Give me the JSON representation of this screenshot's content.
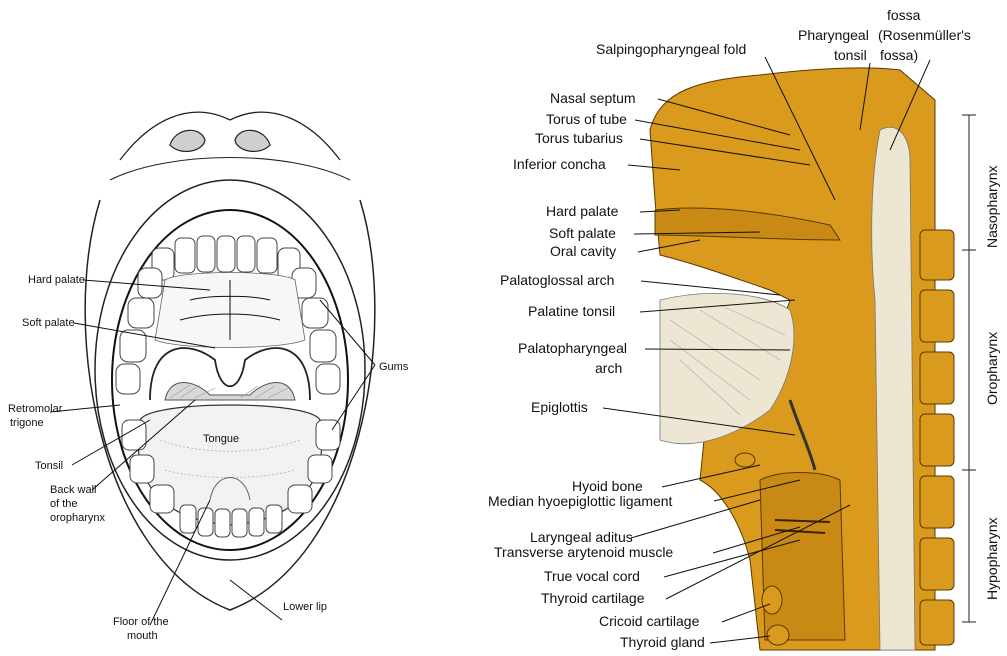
{
  "mouth_diagram": {
    "labels": {
      "hard_palate": "Hard palate",
      "soft_palate": "Soft palate",
      "retromolar_1": "Retromolar",
      "retromolar_2": "trigone",
      "tonsil": "Tonsil",
      "back_wall_1": "Back wall",
      "back_wall_2": "of the",
      "back_wall_3": "oropharynx",
      "gums": "Gums",
      "tongue": "Tongue",
      "floor_1": "Floor of the",
      "floor_2": "mouth",
      "lower_lip": "Lower lip"
    }
  },
  "pharynx_diagram": {
    "colors": {
      "tissue": "#d99a1e",
      "bone": "#ede6d2"
    },
    "labels": {
      "fossa_1": "fossa",
      "fossa_2": "(Rosenmüller's",
      "fossa_3": "fossa)",
      "pharyngeal_1": "Pharyngeal",
      "pharyngeal_2": "tonsil",
      "salpingopharyngeal_fold": "Salpingopharyngeal fold",
      "nasal_septum": "Nasal septum",
      "torus_of_tube": "Torus of tube",
      "torus_tubarius": "Torus tubarius",
      "inferior_concha": "Inferior concha",
      "hard_palate": "Hard palate",
      "soft_palate": "Soft palate",
      "oral_cavity": "Oral cavity",
      "palatoglossal_arch": "Palatoglossal arch",
      "palatine_tonsil": "Palatine tonsil",
      "palatopharyngeal_1": "Palatopharyngeal",
      "palatopharyngeal_2": "arch",
      "epiglottis": "Epiglottis",
      "hyoid_bone": "Hyoid bone",
      "median_hyoepiglottic_ligament": "Median hyoepiglottic ligament",
      "laryngeal_aditus": "Laryngeal aditus",
      "transverse_arytenoid_muscle": "Transverse arytenoid muscle",
      "true_vocal_cord": "True vocal cord",
      "thyroid_cartilage": "Thyroid cartilage",
      "cricoid_cartilage": "Cricoid cartilage",
      "thyroid_gland": "Thyroid gland",
      "nasopharynx": "Nasopharynx",
      "oropharynx": "Oropharynx",
      "hypopharynx": "Hypopharynx"
    }
  }
}
